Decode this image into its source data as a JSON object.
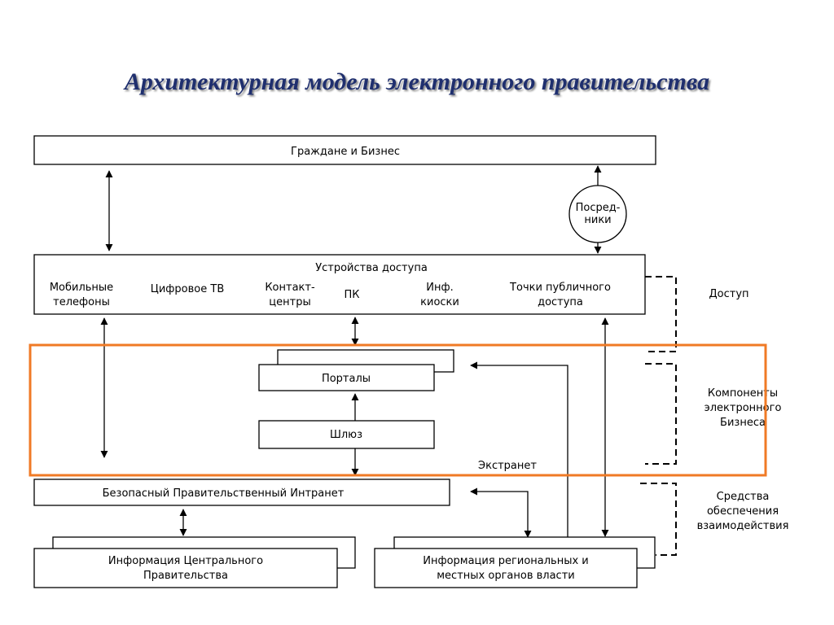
{
  "title": "Архитектурная модель электронного правительства",
  "boxes": {
    "citizens": "Граждане и Бизнес",
    "intermediaries": [
      "Посред-",
      "ники"
    ],
    "access_devices": {
      "heading": "Устройства доступа",
      "mobile": [
        "Мобильные",
        "телефоны"
      ],
      "digital_tv": "Цифровое ТВ",
      "contact_centers": [
        "Контакт-",
        "центры"
      ],
      "pc": "ПК",
      "kiosks": [
        "Инф.",
        "киоски"
      ],
      "public_points": [
        "Точки публичного",
        "доступа"
      ]
    },
    "portals": "Порталы",
    "gateway": "Шлюз",
    "extranet": "Экстранет",
    "intranet": "Безопасный Правительственный Интранет",
    "central_info": [
      "Информация Центрального",
      "Правительства"
    ],
    "regional_info": [
      "Информация региональных  и",
      "местных органов власти"
    ]
  },
  "side_labels": {
    "access": "Доступ",
    "ebusiness": [
      "Компоненты",
      "электронного",
      "Бизнеса"
    ],
    "interaction": [
      "Средства",
      "обеспечения",
      "взаимодействия"
    ]
  },
  "colors": {
    "title": "#1f2f6e",
    "highlight": "#f07a25"
  }
}
